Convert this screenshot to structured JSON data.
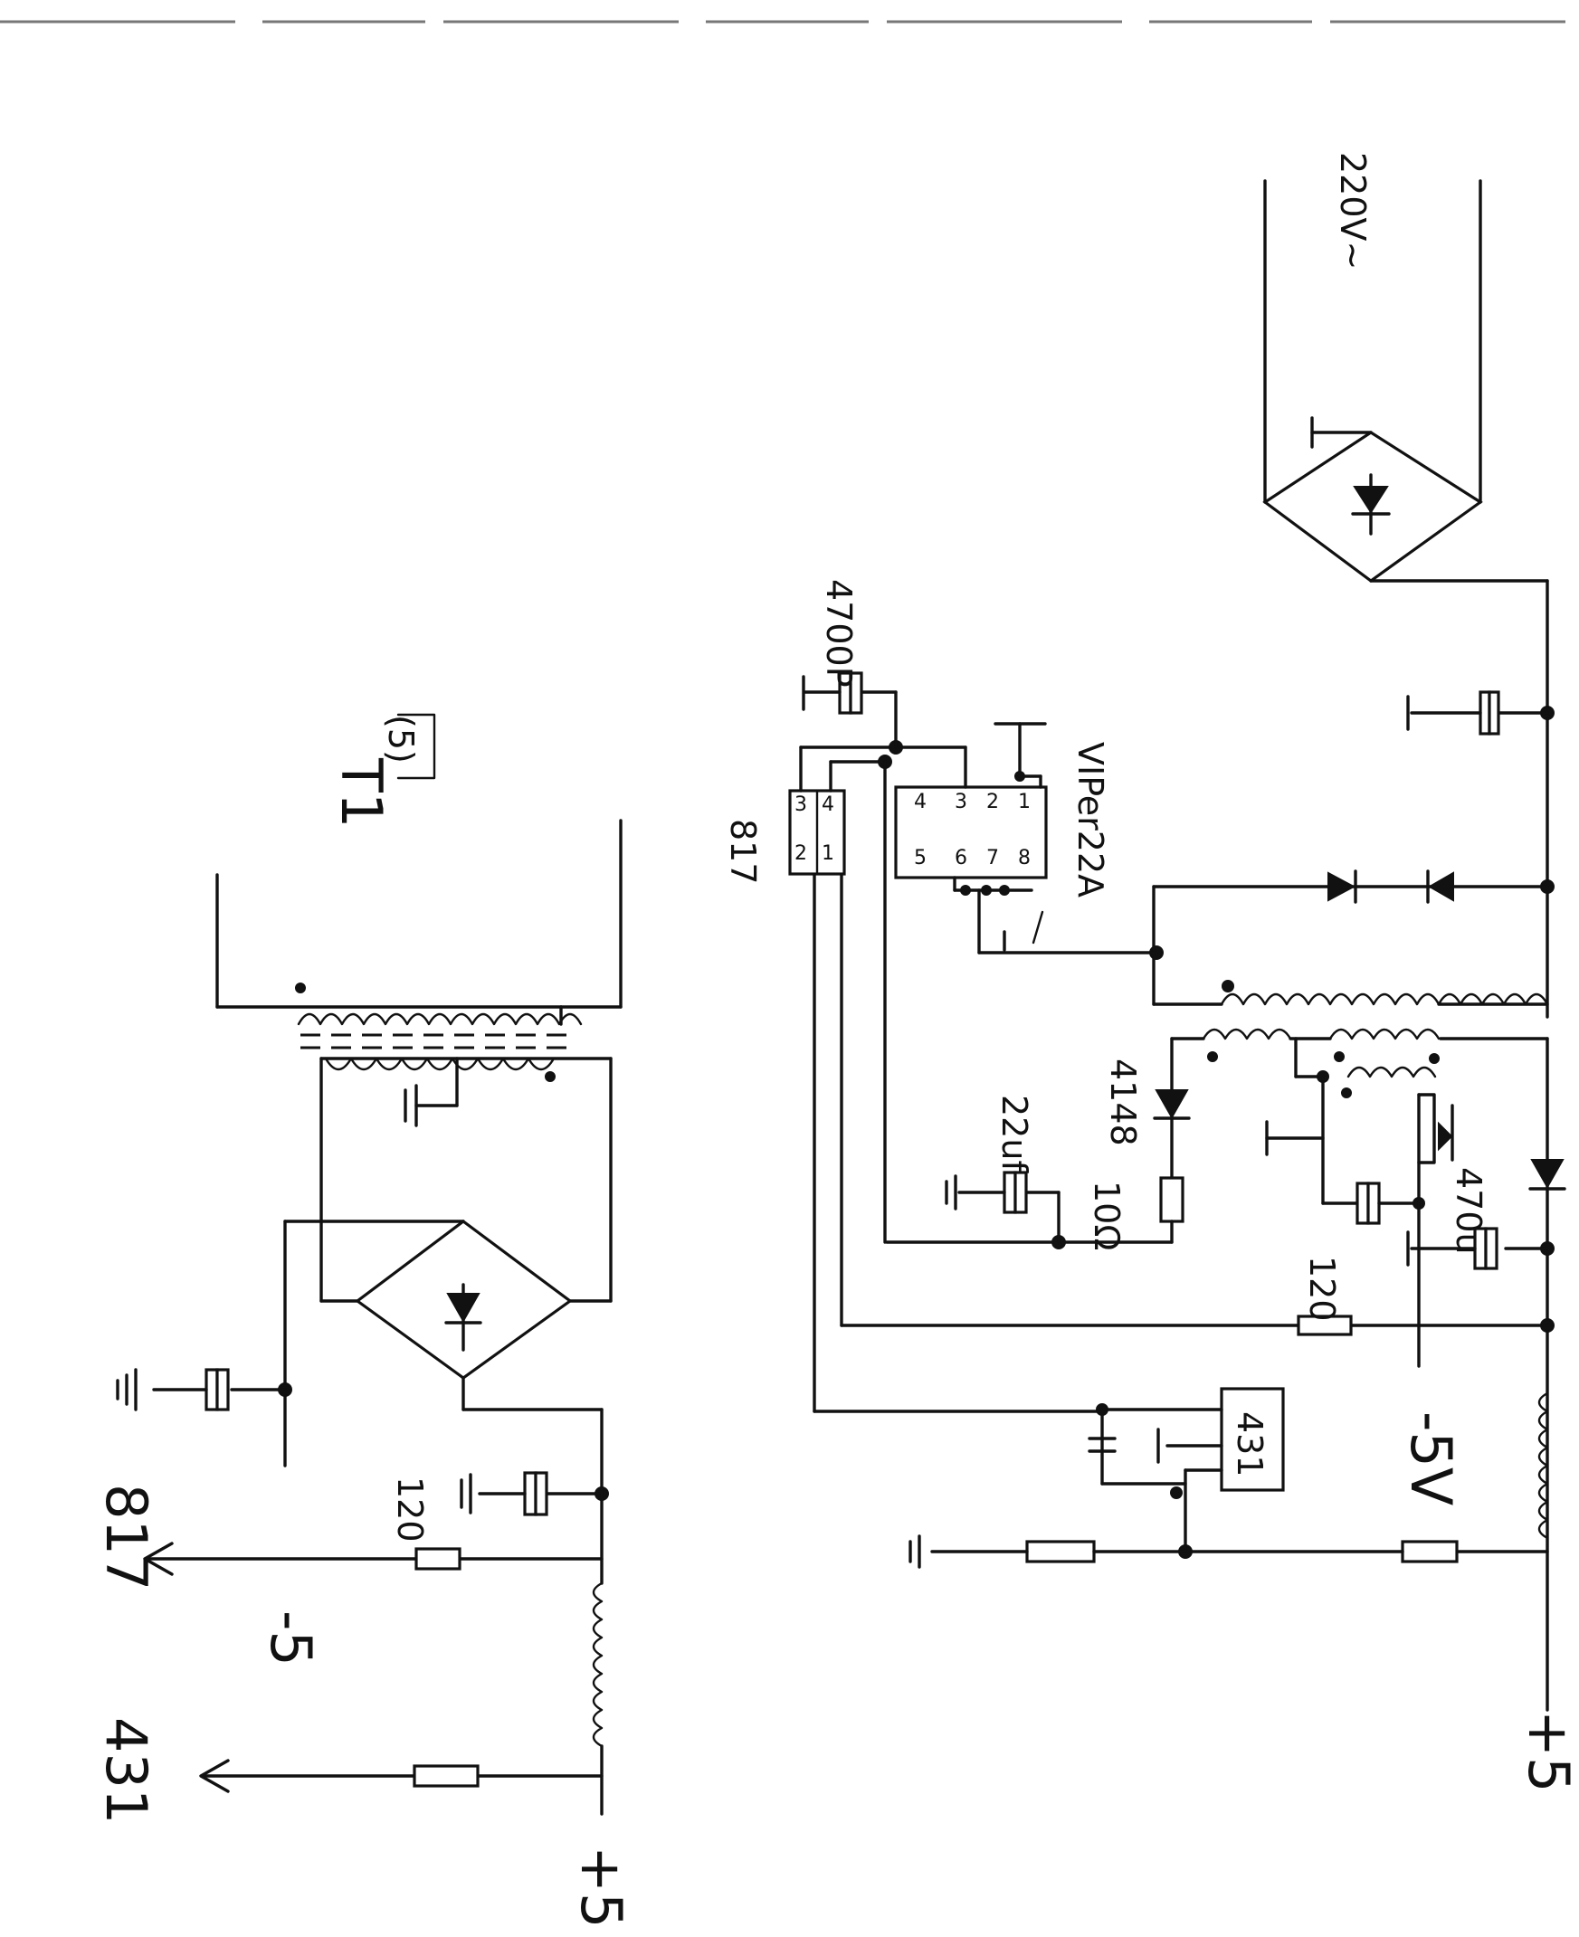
{
  "top_rule": true,
  "left_circuit": {
    "plus5_label": "+5",
    "minus5_label": "-5",
    "res_label": "120",
    "ic_431_label": "431",
    "ic_817_label": "817",
    "transformer_label": "T1",
    "page_mark": "(5)"
  },
  "right_circuit": {
    "ic_label": "VIPer22A",
    "opto_label": "817",
    "cap_4700p_label": "4700P",
    "cap_22u_label": "22uf",
    "diode_4148_label": "4148",
    "res_10_label": "10Ω",
    "res_120_label": "120",
    "cap_470u_label": "470u",
    "ref_431_label": "431",
    "minus5v_label": "-5V",
    "plus5_label": "+5",
    "ac_label": "220V~",
    "ic_pins": [
      "1",
      "2",
      "3",
      "4",
      "5",
      "6",
      "7",
      "8"
    ],
    "opto_pins": [
      "1",
      "2",
      "3",
      "4"
    ]
  }
}
